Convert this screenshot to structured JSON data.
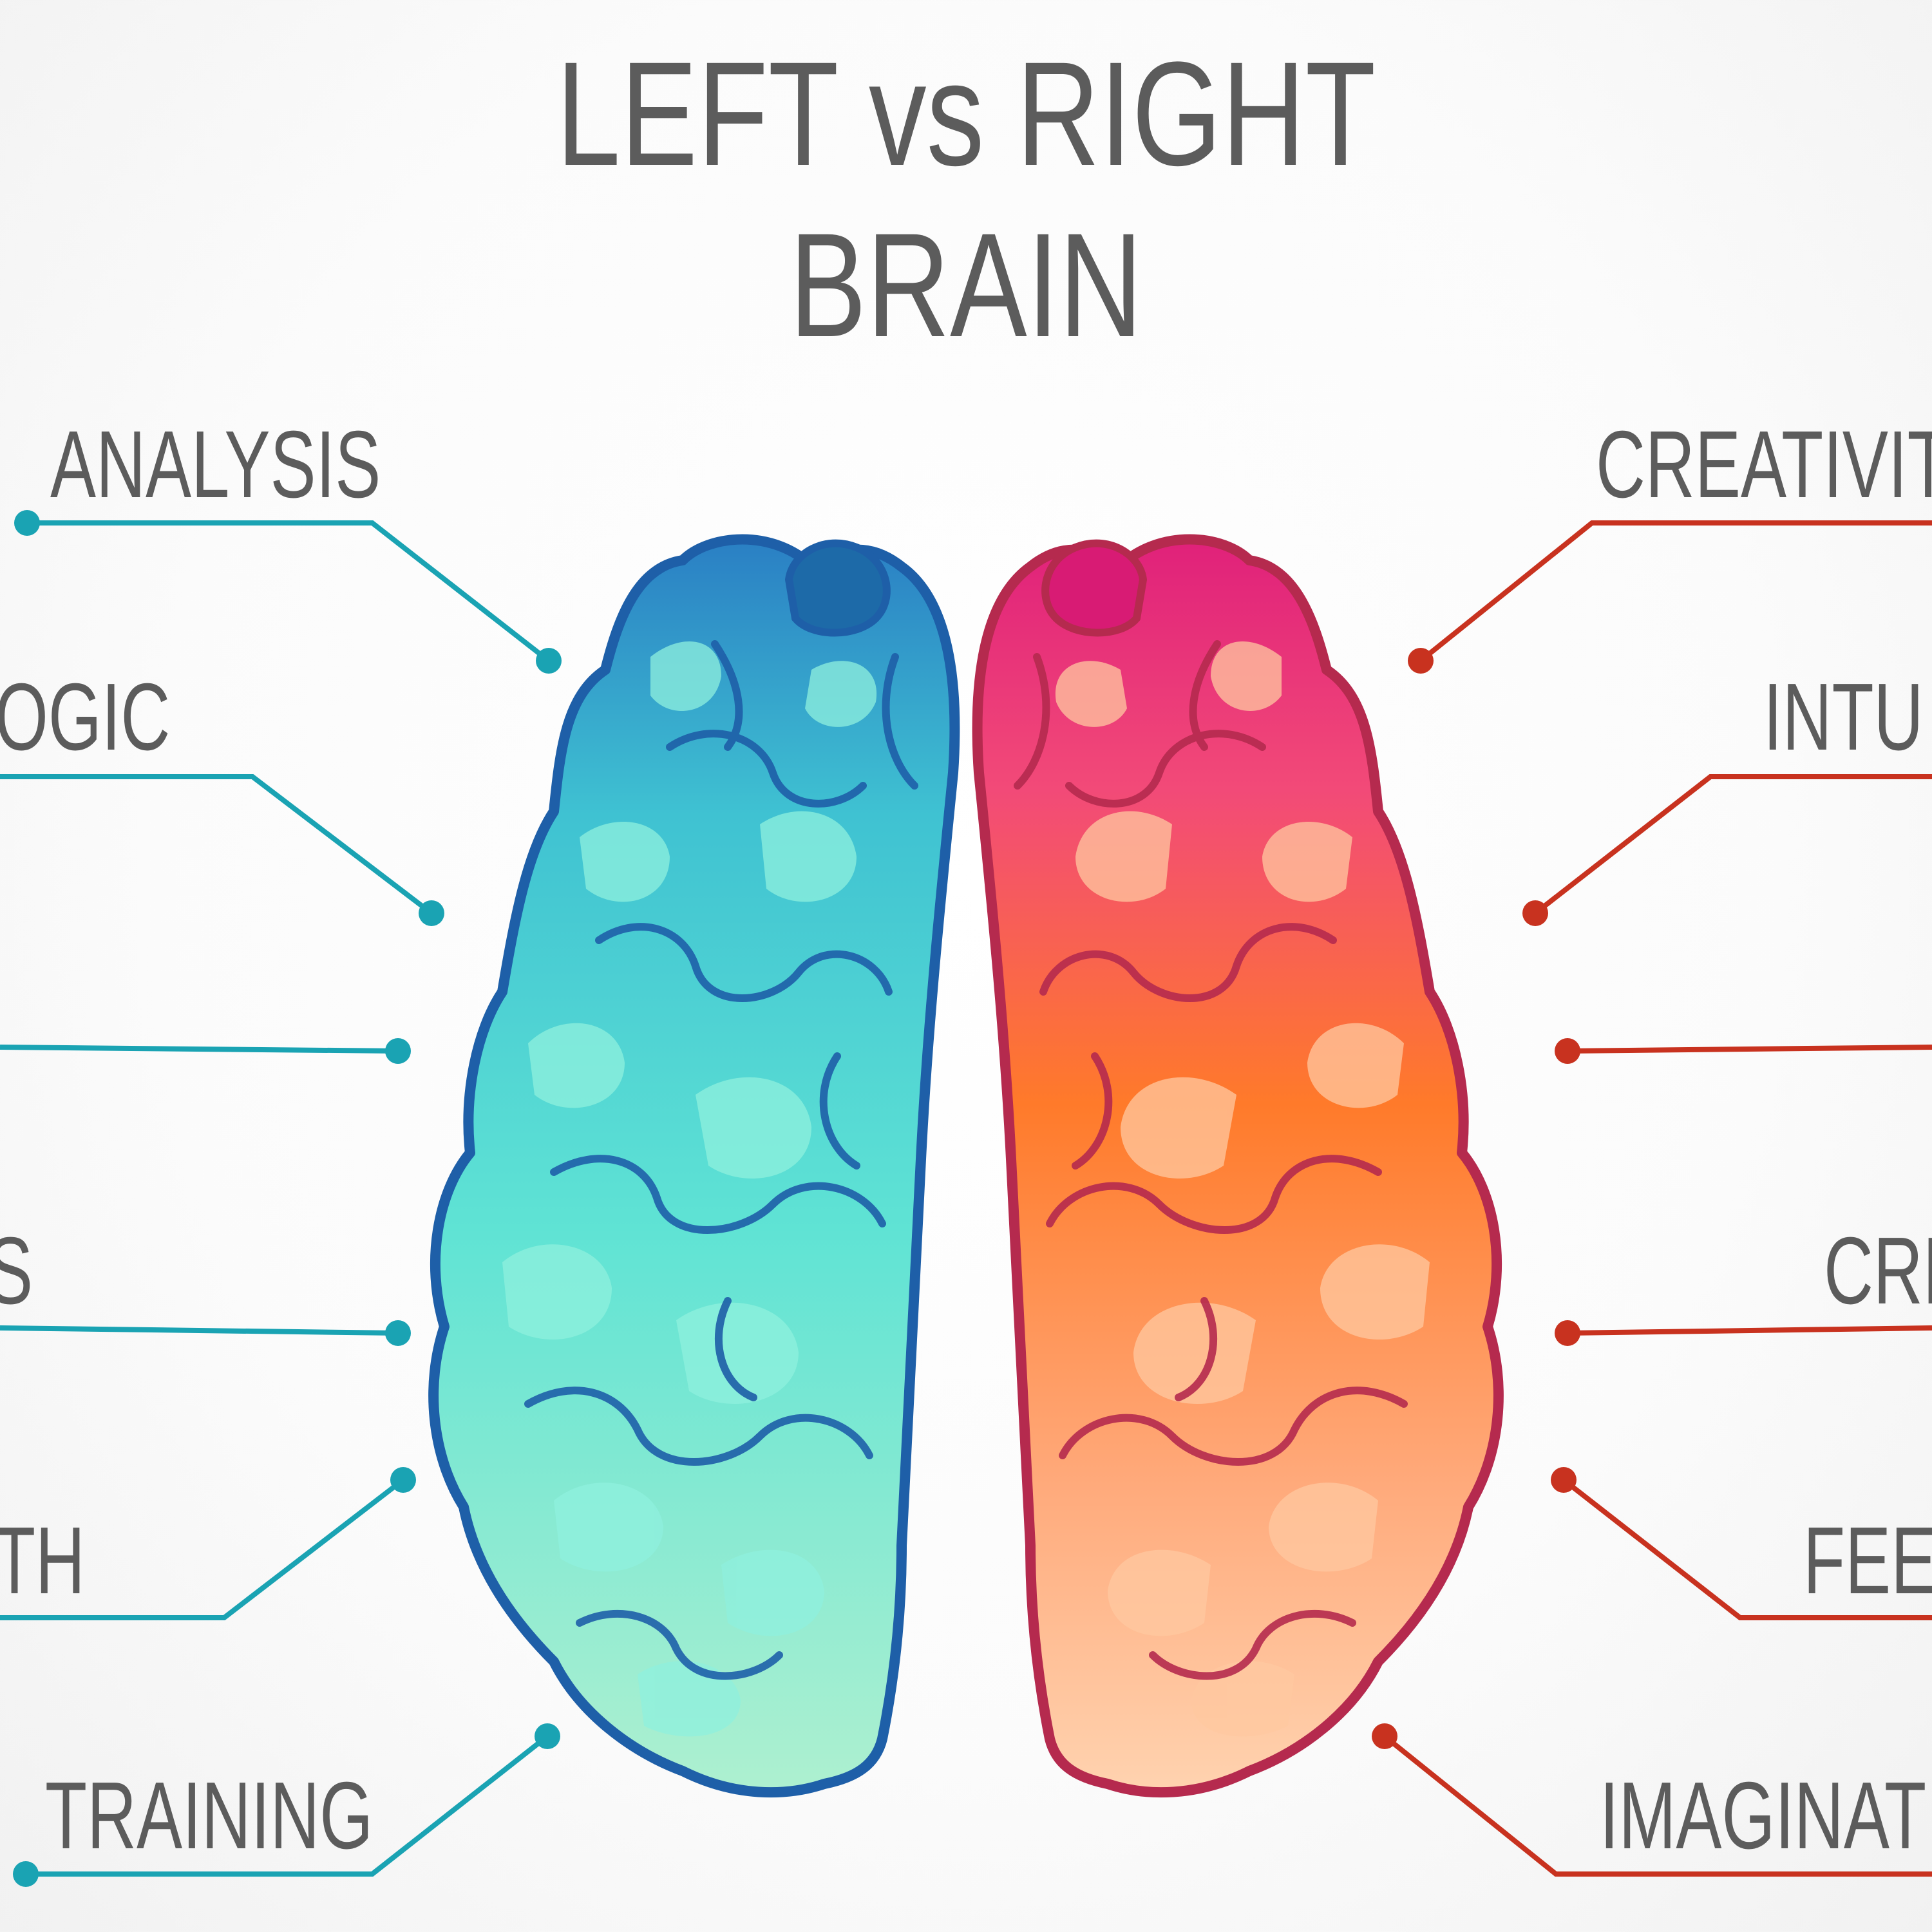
{
  "title": {
    "line1": "LEFT vs RIGHT",
    "line2": "BRAIN"
  },
  "left_hemisphere": {
    "color": "#1aa3b3",
    "labels": [
      "ANALYSIS",
      "OGIC",
      "S",
      "TH",
      "TRAINING"
    ]
  },
  "right_hemisphere": {
    "color": "#c8321f",
    "labels": [
      "CREATIVIT",
      "INTU",
      "CRE",
      "FEEL",
      "IMAGINAT"
    ]
  },
  "icons": {
    "left_brain": "left-hemisphere-icon",
    "right_brain": "right-hemisphere-icon"
  }
}
